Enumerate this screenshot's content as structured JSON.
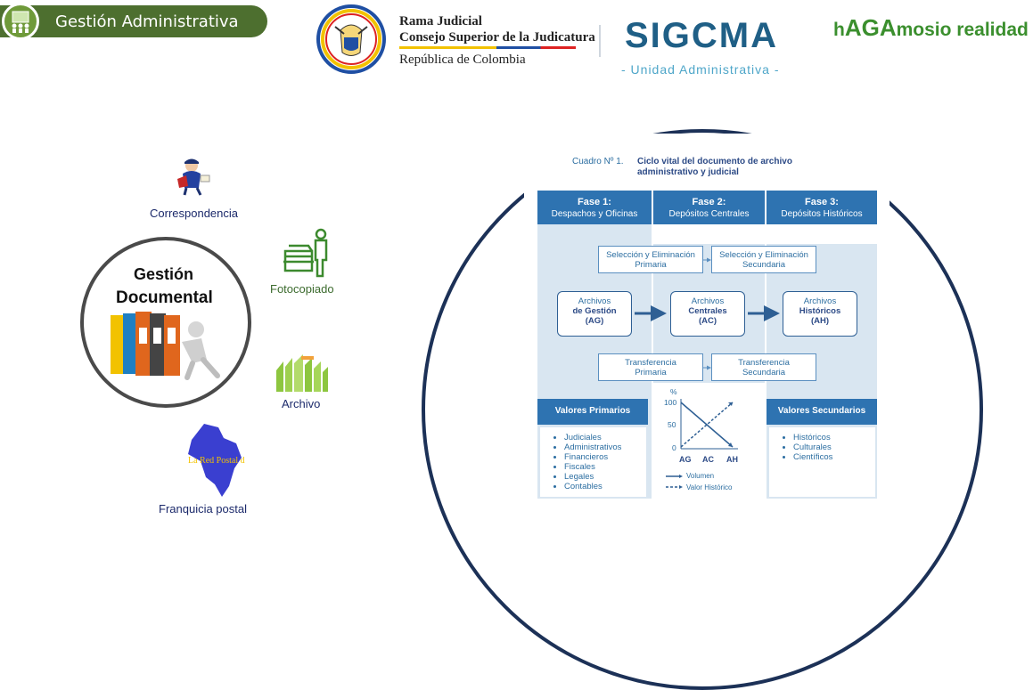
{
  "header": {
    "app_title": "Gestión Administrativa",
    "rama_line1": "Rama Judicial",
    "rama_line2": "Consejo Superior de la Judicatura",
    "rama_line3": "República de Colombia",
    "sigcma": "SIGCMA",
    "unidad": "- Unidad Administrativa -",
    "haga_prefix": "h",
    "haga_big": "AGA",
    "haga_suffix": "mosio realidad"
  },
  "left_diagram": {
    "center_title_1": "Gestión",
    "center_title_2": "Documental",
    "items": [
      {
        "label": "Correspondencia",
        "icon": "mail-carrier-icon"
      },
      {
        "label": "Fotocopiado",
        "icon": "photocopier-icon"
      },
      {
        "label": "Archivo",
        "icon": "folders-icon"
      },
      {
        "label": "Franquicia postal",
        "icon": "colombia-map-icon"
      }
    ],
    "postal_map_text": "La Red Postal de Colombia"
  },
  "cycle": {
    "caption_num": "Cuadro Nº 1.",
    "caption_title_1": "Ciclo vital del documento de archivo",
    "caption_title_2": "administrativo y judicial",
    "phases": [
      {
        "title": "Fase 1:",
        "subtitle": "Despachos y Oficinas"
      },
      {
        "title": "Fase 2:",
        "subtitle": "Depósitos Centrales"
      },
      {
        "title": "Fase 3:",
        "subtitle": "Depósitos Históricos"
      }
    ],
    "seleccion_primaria_1": "Selección y Eliminación",
    "seleccion_primaria_2": "Primaria",
    "seleccion_secundaria_1": "Selección y Eliminación",
    "seleccion_secundaria_2": "Secundaria",
    "archivos": [
      {
        "l1": "Archivos",
        "l2": "de Gestión",
        "l3": "(AG)"
      },
      {
        "l1": "Archivos",
        "l2": "Centrales",
        "l3": "(AC)"
      },
      {
        "l1": "Archivos",
        "l2": "Históricos",
        "l3": "(AH)"
      }
    ],
    "transferencia_primaria_1": "Transferencia",
    "transferencia_primaria_2": "Primaria",
    "transferencia_secundaria_1": "Transferencia",
    "transferencia_secundaria_2": "Secundaria",
    "valores_primarios": "Valores Primarios",
    "valores_primarios_items": [
      "Judiciales",
      "Administrativos",
      "Financieros",
      "Fiscales",
      "Legales",
      "Contables"
    ],
    "valores_secundarios": "Valores Secundarios",
    "valores_secundarios_items": [
      "Históricos",
      "Culturales",
      "Científicos"
    ],
    "chart": {
      "y_unit": "%",
      "y_ticks": [
        "100",
        "50",
        "0"
      ],
      "x_ticks": [
        "AG",
        "AC",
        "AH"
      ],
      "legend_volumen": "Volumen",
      "legend_valor": "Valor Histórico"
    }
  },
  "colors": {
    "header_green": "#4d6f2f",
    "sigcma_blue": "#1f5f86",
    "phase_blue": "#2e73b1",
    "circle_navy": "#1c3157"
  }
}
